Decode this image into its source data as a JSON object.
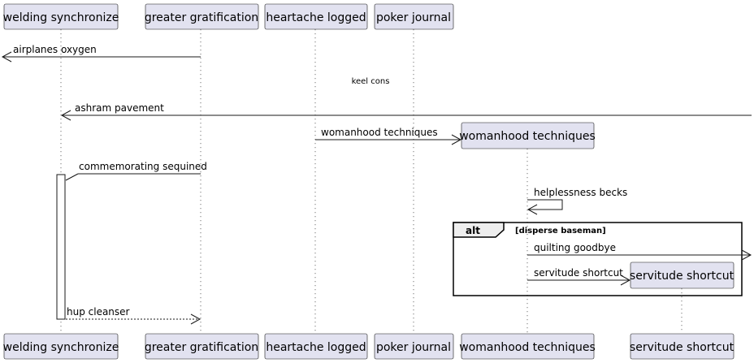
{
  "participants": [
    {
      "id": "p1",
      "label": "welding synchronize"
    },
    {
      "id": "p2",
      "label": "greater gratification"
    },
    {
      "id": "p3",
      "label": "heartache logged"
    },
    {
      "id": "p4",
      "label": "poker journal"
    }
  ],
  "created_participants": [
    {
      "id": "p5",
      "label": "womanhood techniques"
    },
    {
      "id": "p6",
      "label": "servitude shortcut"
    }
  ],
  "messages": [
    {
      "id": "m1",
      "label": "airplanes oxygen"
    },
    {
      "id": "m2",
      "label": "ashram pavement"
    },
    {
      "id": "m3",
      "label": "womanhood techniques"
    },
    {
      "id": "m4",
      "label": "commemorating sequined"
    },
    {
      "id": "m5",
      "label": "helplessness becks"
    },
    {
      "id": "m6",
      "label": "quilting goodbye"
    },
    {
      "id": "m7",
      "label": "servitude shortcut"
    },
    {
      "id": "m8",
      "label": "hup cleanser"
    }
  ],
  "delay": {
    "label": "keel cons"
  },
  "alt_fragment": {
    "keyword": "alt",
    "guard": "[disperse baseman]"
  }
}
